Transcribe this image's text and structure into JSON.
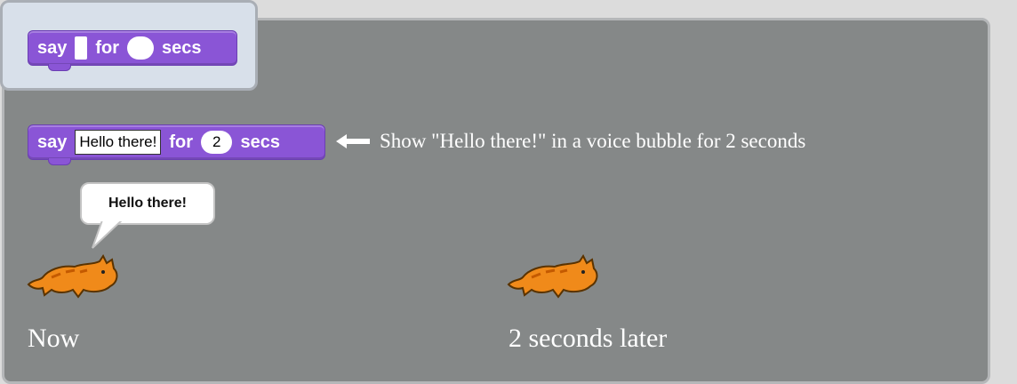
{
  "palette": {
    "block": {
      "word1": "say",
      "word2": "for",
      "word3": "secs"
    }
  },
  "example": {
    "block": {
      "word1": "say",
      "text_input": "Hello there!",
      "word2": "for",
      "num_input": "2",
      "word3": "secs"
    },
    "description": "Show \"Hello there!\" in a voice bubble for 2 seconds"
  },
  "stage_now": {
    "bubble_text": "Hello there!",
    "caption": "Now"
  },
  "stage_later": {
    "caption": "2 seconds later"
  },
  "colors": {
    "block": "#8a55d6",
    "panel": "#858888",
    "palette_bg": "#d8e0ea",
    "sprite": "#f08a1a"
  },
  "icons": [
    "left-arrow-icon",
    "speech-bubble-icon",
    "cat-sprite-icon"
  ]
}
